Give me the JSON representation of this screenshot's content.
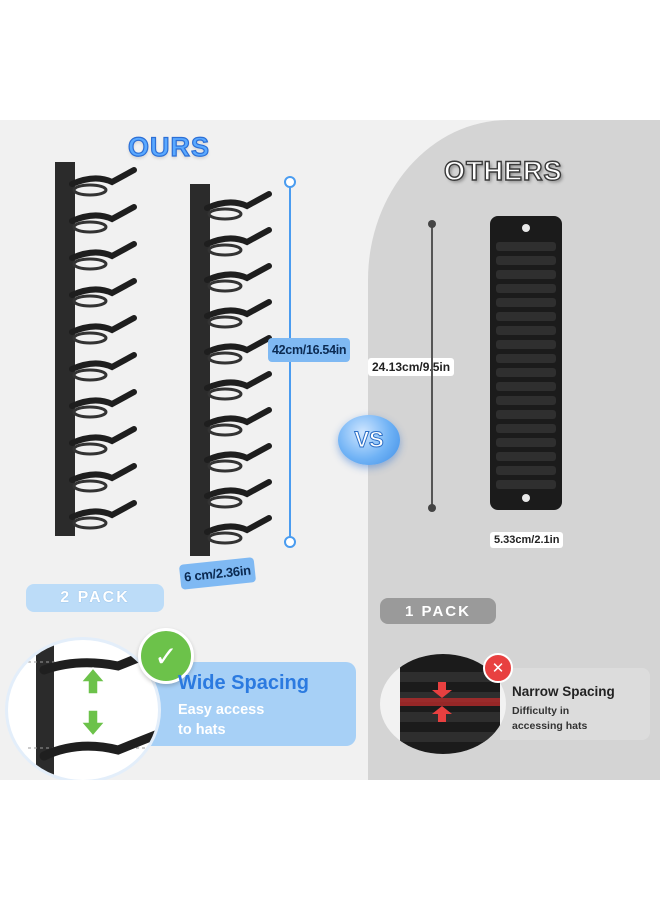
{
  "ours": {
    "title": "OURS",
    "height_label": "42cm/16.54in",
    "width_label": "6 cm/2.36in",
    "pack_label": "2 PACK",
    "feature_title": "Wide Spacing",
    "feature_line1": "Easy access",
    "feature_line2": "to hats"
  },
  "vs_label": "VS",
  "others": {
    "title": "OTHERS",
    "height_label": "24.13cm/9.5in",
    "width_label": "5.33cm/2.1in",
    "pack_label": "1 PACK",
    "feature_title": "Narrow Spacing",
    "feature_line1": "Difficulty in",
    "feature_line2": "accessing hats"
  },
  "icons": {
    "good": "check-icon",
    "bad": "x-icon",
    "spacing_up": "arrow-up-icon",
    "spacing_down": "arrow-down-icon"
  },
  "colors": {
    "accent_blue": "#2b7ae0",
    "good_green": "#6cc24a",
    "bad_red": "#e84040"
  }
}
